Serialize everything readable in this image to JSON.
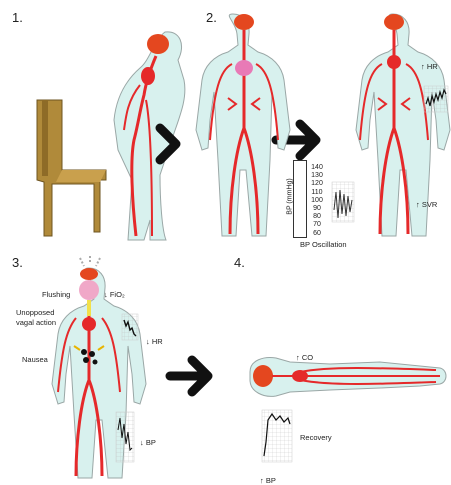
{
  "panels": [
    {
      "number": "1."
    },
    {
      "number": "2."
    },
    {
      "number": "3."
    },
    {
      "number": "4."
    }
  ],
  "panel2": {
    "bp_axis_label": "BP (mmHg)",
    "bp_scale": [
      "140",
      "130",
      "120",
      "110",
      "100",
      "90",
      "80",
      "70",
      "60"
    ],
    "bp_caption": "BP Oscillation"
  },
  "panel2b": {
    "hr_label": "↑ HR",
    "svr_label": "↑ SVR"
  },
  "panel3": {
    "flushing": "Flushing",
    "fio2": "↓ FiO₂",
    "vagal_line1": "Unopposed",
    "vagal_line2": "vagal action",
    "nausea": "Nausea",
    "hr_label": "↓ HR",
    "bp_label": "↓ BP"
  },
  "panel4": {
    "co_label": "↑ CO",
    "recovery": "Recovery",
    "bp_label": "↑ BP"
  },
  "colors": {
    "body_fill": "#d8f1ee",
    "body_stroke": "#9aa7a6",
    "vessel": "#e5292a",
    "brain": "#e4471f",
    "chair": "#b08a3a",
    "arrow": "#111111"
  }
}
